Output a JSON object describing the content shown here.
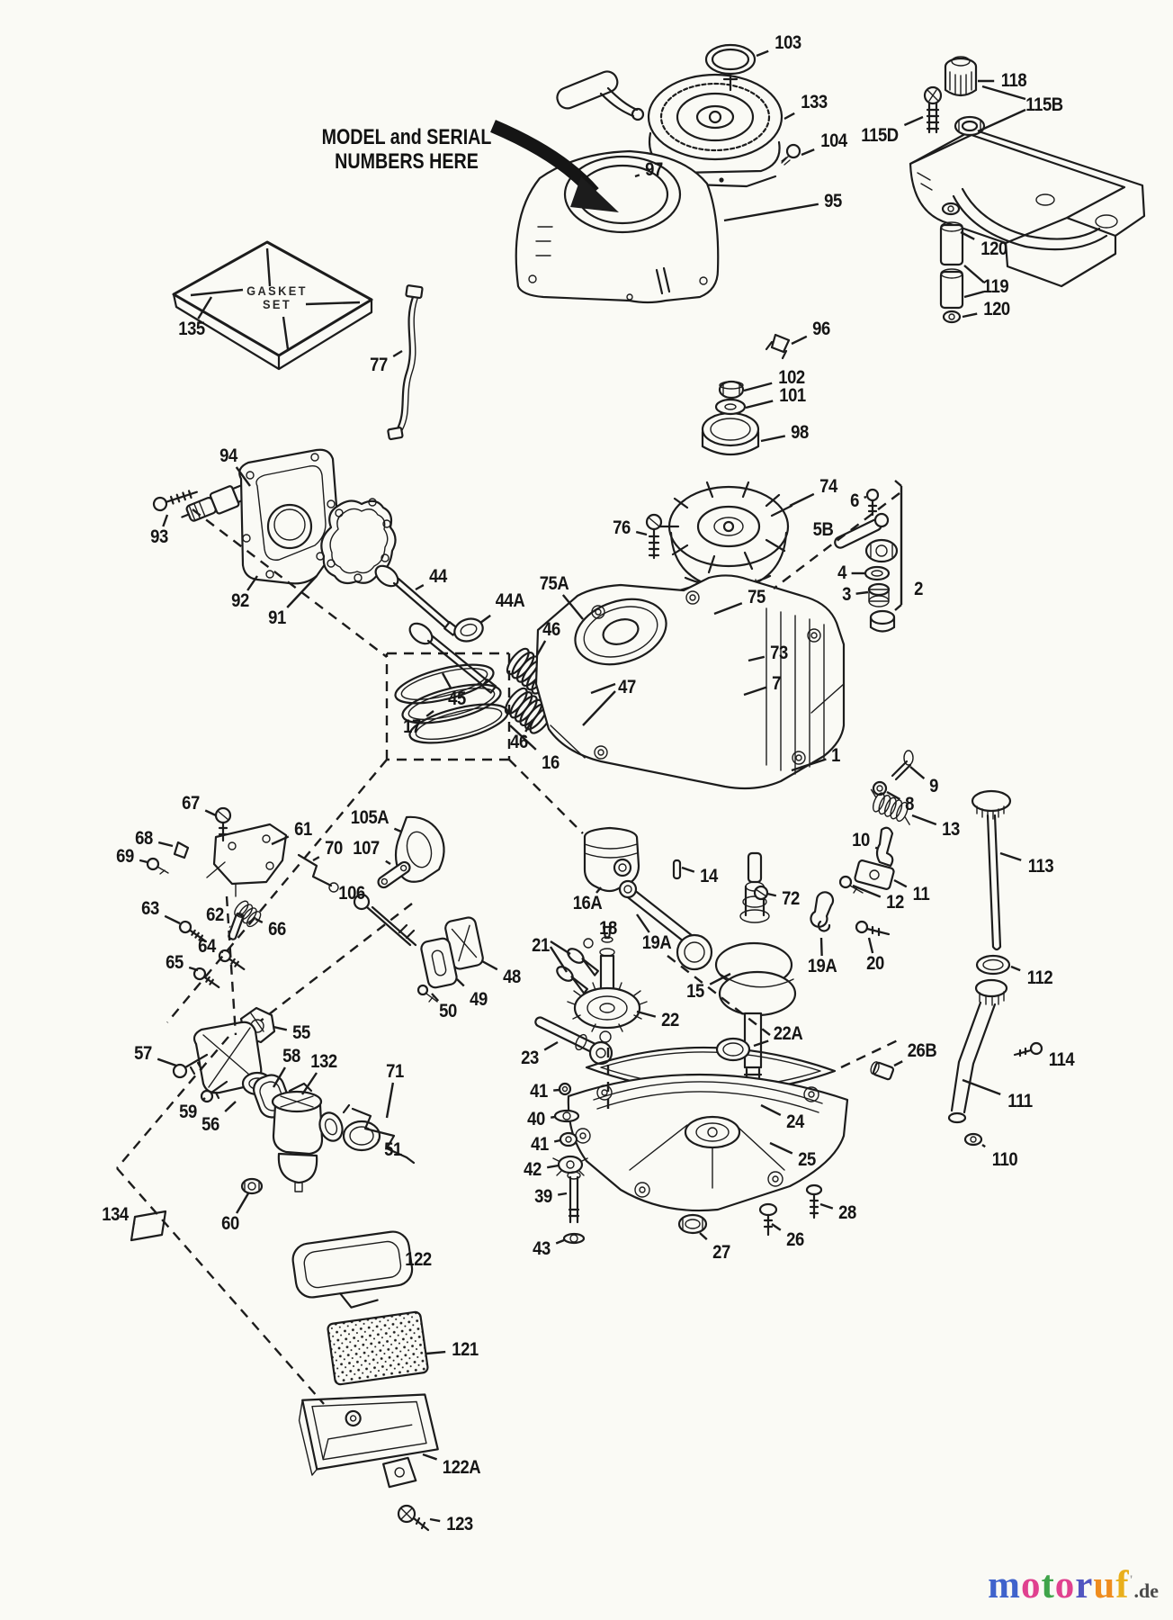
{
  "texts": {
    "model_serial_line1": "MODEL and SERIAL",
    "model_serial_line2": "NUMBERS HERE",
    "gasket_line1": "GASKET",
    "gasket_line2": "SET"
  },
  "colors": {
    "ink": "#1c1c1c",
    "background": "#fafaf5"
  },
  "logo": {
    "letters": [
      [
        "m",
        "#3f63cc"
      ],
      [
        "o",
        "#e0418f"
      ],
      [
        "t",
        "#3fa44a"
      ],
      [
        "o",
        "#e0418f"
      ],
      [
        "r",
        "#5156c0"
      ],
      [
        "u",
        "#ef8c1e"
      ],
      [
        "f",
        "#e9af1c"
      ]
    ],
    "mark": "'",
    "suffix": ".de"
  },
  "parts": [
    [
      "103",
      876,
      48,
      841,
      62
    ],
    [
      "133",
      905,
      114,
      872,
      132
    ],
    [
      "97",
      727,
      189,
      706,
      196
    ],
    [
      "104",
      927,
      157,
      891,
      172
    ],
    [
      "115D",
      978,
      151,
      1026,
      130
    ],
    [
      "118",
      1127,
      90,
      1087,
      90
    ],
    [
      "115B",
      1161,
      117,
      null,
      null
    ],
    [
      "95",
      926,
      224,
      805,
      245
    ],
    [
      "96",
      913,
      366,
      880,
      382
    ],
    [
      "120",
      1105,
      277,
      1068,
      258
    ],
    [
      "119",
      1107,
      319,
      null,
      null
    ],
    [
      "120",
      1108,
      344,
      1070,
      352
    ],
    [
      "135",
      213,
      366,
      235,
      330
    ],
    [
      "77",
      421,
      406,
      447,
      390
    ],
    [
      "102",
      880,
      420,
      827,
      434
    ],
    [
      "101",
      881,
      440,
      829,
      453
    ],
    [
      "98",
      889,
      481,
      846,
      490
    ],
    [
      "74",
      921,
      541,
      878,
      562
    ],
    [
      "76",
      691,
      587,
      719,
      594
    ],
    [
      "5B",
      915,
      589,
      926,
      592
    ],
    [
      "6",
      950,
      557,
      963,
      552
    ],
    [
      "4",
      936,
      637,
      961,
      637
    ],
    [
      "3",
      941,
      661,
      965,
      658
    ],
    [
      "2",
      1021,
      655,
      null,
      null
    ],
    [
      "94",
      254,
      507,
      278,
      540
    ],
    [
      "93",
      177,
      597,
      186,
      572
    ],
    [
      "92",
      267,
      668,
      286,
      640
    ],
    [
      "91",
      308,
      687,
      352,
      640
    ],
    [
      "44",
      487,
      641,
      462,
      655
    ],
    [
      "44A",
      567,
      668,
      534,
      692
    ],
    [
      "75A",
      616,
      649,
      648,
      688
    ],
    [
      "46",
      613,
      700,
      597,
      728
    ],
    [
      "46",
      577,
      825,
      592,
      800
    ],
    [
      "45",
      508,
      777,
      492,
      748
    ],
    [
      "47",
      697,
      764,
      null,
      null
    ],
    [
      "75",
      841,
      664,
      794,
      682
    ],
    [
      "73",
      866,
      726,
      832,
      734
    ],
    [
      "7",
      863,
      760,
      827,
      772
    ],
    [
      "16",
      612,
      848,
      567,
      806
    ],
    [
      "17",
      458,
      808,
      482,
      790
    ],
    [
      "1",
      929,
      840,
      880,
      856
    ],
    [
      "9",
      1038,
      874,
      1012,
      852
    ],
    [
      "8",
      1011,
      894,
      986,
      880
    ],
    [
      "13",
      1057,
      922,
      1014,
      906
    ],
    [
      "10",
      957,
      934,
      976,
      943
    ],
    [
      "11",
      1024,
      994,
      994,
      978
    ],
    [
      "12",
      995,
      1003,
      948,
      984
    ],
    [
      "72",
      879,
      999,
      853,
      993
    ],
    [
      "14",
      788,
      974,
      758,
      964
    ],
    [
      "16A",
      653,
      1004,
      668,
      986
    ],
    [
      "18",
      676,
      1032,
      661,
      1042
    ],
    [
      "19A",
      730,
      1048,
      708,
      1016
    ],
    [
      "21",
      601,
      1051,
      null,
      null
    ],
    [
      "22",
      745,
      1134,
      708,
      1124
    ],
    [
      "23",
      589,
      1176,
      620,
      1158
    ],
    [
      "15",
      773,
      1102,
      812,
      1082
    ],
    [
      "19A",
      914,
      1074,
      913,
      1042
    ],
    [
      "20",
      973,
      1071,
      966,
      1042
    ],
    [
      "113",
      1157,
      963,
      1112,
      948
    ],
    [
      "112",
      1156,
      1087,
      1124,
      1074
    ],
    [
      "22A",
      876,
      1149,
      838,
      1162
    ],
    [
      "26B",
      1025,
      1168,
      994,
      1184
    ],
    [
      "24",
      884,
      1247,
      846,
      1228
    ],
    [
      "25",
      897,
      1289,
      856,
      1270
    ],
    [
      "110",
      1117,
      1289,
      1092,
      1272
    ],
    [
      "111",
      1134,
      1224,
      1070,
      1200
    ],
    [
      "114",
      1180,
      1178,
      1158,
      1167
    ],
    [
      "28",
      942,
      1348,
      912,
      1338
    ],
    [
      "26",
      884,
      1378,
      858,
      1360
    ],
    [
      "27",
      802,
      1392,
      778,
      1370
    ],
    [
      "39",
      604,
      1330,
      630,
      1326
    ],
    [
      "43",
      602,
      1388,
      627,
      1378
    ],
    [
      "41",
      599,
      1213,
      622,
      1211
    ],
    [
      "40",
      596,
      1244,
      617,
      1241
    ],
    [
      "41",
      600,
      1272,
      623,
      1267
    ],
    [
      "42",
      592,
      1300,
      621,
      1295
    ],
    [
      "67",
      212,
      893,
      240,
      906
    ],
    [
      "68",
      160,
      932,
      192,
      940
    ],
    [
      "69",
      139,
      952,
      164,
      958
    ],
    [
      "61",
      337,
      922,
      302,
      938
    ],
    [
      "70",
      371,
      943,
      348,
      956
    ],
    [
      "105A",
      411,
      909,
      446,
      924
    ],
    [
      "107",
      407,
      943,
      434,
      960
    ],
    [
      "106",
      391,
      993,
      404,
      1004
    ],
    [
      "63",
      167,
      1010,
      200,
      1026
    ],
    [
      "62",
      239,
      1017,
      256,
      1030
    ],
    [
      "64",
      230,
      1052,
      248,
      1058
    ],
    [
      "65",
      194,
      1070,
      220,
      1078
    ],
    [
      "66",
      308,
      1033,
      284,
      1021
    ],
    [
      "55",
      335,
      1148,
      304,
      1141
    ],
    [
      "57",
      159,
      1171,
      196,
      1184
    ],
    [
      "58",
      324,
      1174,
      304,
      1208
    ],
    [
      "132",
      360,
      1180,
      336,
      1216
    ],
    [
      "71",
      439,
      1191,
      430,
      1242
    ],
    [
      "59",
      209,
      1236,
      228,
      1220
    ],
    [
      "56",
      234,
      1250,
      262,
      1224
    ],
    [
      "51",
      437,
      1278,
      420,
      1266
    ],
    [
      "60",
      256,
      1360,
      276,
      1326
    ],
    [
      "134",
      128,
      1350,
      150,
      1360
    ],
    [
      "122",
      465,
      1400,
      445,
      1406
    ],
    [
      "121",
      517,
      1500,
      474,
      1504
    ],
    [
      "122A",
      513,
      1631,
      470,
      1616
    ],
    [
      "123",
      511,
      1694,
      478,
      1688
    ],
    [
      "48",
      569,
      1086,
      536,
      1068
    ],
    [
      "49",
      532,
      1111,
      508,
      1088
    ],
    [
      "50",
      498,
      1124,
      480,
      1104
    ]
  ],
  "connector_lines": [
    [
      1140,
      110,
      1092,
      96
    ],
    [
      1140,
      122,
      1087,
      146
    ],
    [
      1094,
      314,
      1072,
      295
    ],
    [
      1094,
      324,
      1072,
      330
    ],
    [
      684,
      760,
      657,
      770
    ],
    [
      684,
      768,
      648,
      806
    ],
    [
      612,
      1046,
      634,
      1060
    ],
    [
      612,
      1052,
      630,
      1080
    ],
    [
      1002,
      540,
      1002,
      672
    ],
    [
      1002,
      540,
      995,
      534
    ],
    [
      1002,
      672,
      995,
      678
    ],
    [
      300,
      318,
      297,
      276
    ],
    [
      270,
      322,
      212,
      328
    ],
    [
      340,
      338,
      400,
      336
    ],
    [
      315,
      352,
      320,
      388
    ]
  ],
  "dashed_lines": [
    [
      430,
      726,
      566,
      726
    ],
    [
      566,
      726,
      566,
      844
    ],
    [
      566,
      844,
      430,
      844
    ],
    [
      430,
      844,
      430,
      726
    ],
    [
      430,
      844,
      186,
      1136
    ],
    [
      566,
      844,
      648,
      926
    ],
    [
      214,
      566,
      430,
      730
    ],
    [
      458,
      1004,
      290,
      1134
    ],
    [
      252,
      996,
      262,
      1150
    ],
    [
      254,
      1152,
      130,
      1298
    ],
    [
      130,
      1298,
      360,
      1560
    ],
    [
      1000,
      548,
      860,
      654
    ],
    [
      676,
      1164,
      676,
      1236
    ],
    [
      742,
      1062,
      856,
      1150
    ],
    [
      935,
      1186,
      1002,
      1154
    ]
  ]
}
